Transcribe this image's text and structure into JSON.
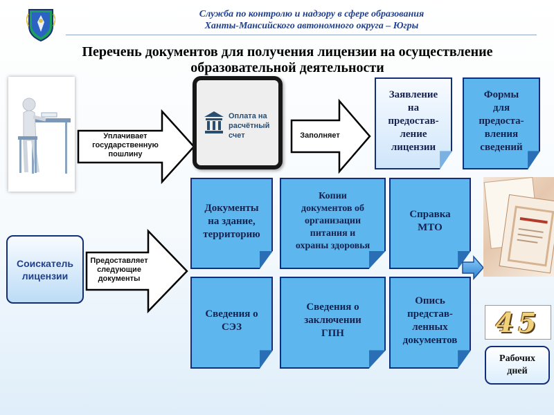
{
  "header": {
    "org_line1": "Служба по контролю и надзору в сфере образования",
    "org_line2": "Ханты-Мансийского автономного округа – Югры",
    "title_line1": "Перечень документов для получения лицензии на осуществление",
    "title_line2": "образовательной деятельности"
  },
  "payment_card": {
    "line1": "Оплата на",
    "line2": "расчётный счет"
  },
  "arrows": {
    "pays_l1": "Уплачивает",
    "pays_l2": "государственную",
    "pays_l3": "пошлину",
    "fills": "Заполняет",
    "provides_l1": "Предоставляет",
    "provides_l2": "следующие",
    "provides_l3": "документы"
  },
  "applicant": {
    "line1": "Соискатель",
    "line2": "лицензии"
  },
  "fill_docs": [
    {
      "l1": "Заявление",
      "l2": "на",
      "l3": "предостав-",
      "l4": "ление",
      "l5": "лицензии"
    },
    {
      "l1": "Формы",
      "l2": "для",
      "l3": "предоста-",
      "l4": "вления",
      "l5": "сведений"
    }
  ],
  "documents": [
    {
      "l1": "Документы",
      "l2": "на здание,",
      "l3": "территорию",
      "l4": ""
    },
    {
      "l1": "Копии",
      "l2": "документов об",
      "l3": "организации",
      "l4": "питания и",
      "l5": "охраны здоровья"
    },
    {
      "l1": "Справка",
      "l2": "МТО"
    },
    {
      "l1": "Сведения о",
      "l2": "СЭЗ"
    },
    {
      "l1": "Сведения о",
      "l2": "заключении",
      "l3": "ГПН"
    },
    {
      "l1": "Опись",
      "l2": "представ-",
      "l3": "ленных",
      "l4": "документов"
    }
  ],
  "deadline": {
    "number": "45",
    "label_l1": "Рабочих",
    "label_l2": "дней"
  },
  "colors": {
    "doc_blue": "#5db7ee",
    "border": "#142d78",
    "header_text": "#1f3f8c"
  }
}
